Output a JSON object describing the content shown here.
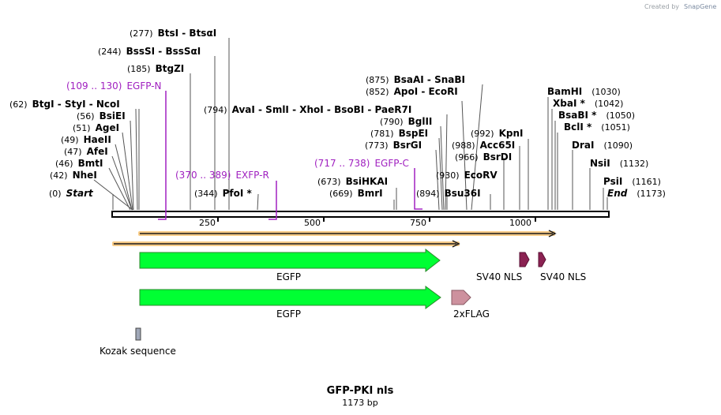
{
  "credit": {
    "text": "Created by",
    "brand": "SnapGene"
  },
  "plasmid": {
    "name": "GFP-PKI nls",
    "length_label": "1173 bp"
  },
  "ruler": {
    "ticks": [
      "250",
      "500",
      "750",
      "1000"
    ]
  },
  "sites": [
    {
      "pos": "(277)",
      "name": "BtsI - BtsαI"
    },
    {
      "pos": "(244)",
      "name": "BssSI - BssSαI"
    },
    {
      "pos": "(185)",
      "name": "BtgZI"
    },
    {
      "pos": "(109 .. 130)",
      "name": "EGFP-N"
    },
    {
      "pos": "(62)",
      "name": "BtgI - StyI - NcoI"
    },
    {
      "pos": "(56)",
      "name": "BsiEI"
    },
    {
      "pos": "(51)",
      "name": "AgeI"
    },
    {
      "pos": "(49)",
      "name": "HaeII"
    },
    {
      "pos": "(47)",
      "name": "AfeI"
    },
    {
      "pos": "(46)",
      "name": "BmtI"
    },
    {
      "pos": "(42)",
      "name": "NheI"
    },
    {
      "pos": "(0)",
      "name": "Start"
    },
    {
      "pos": "(370 .. 389)",
      "name": "EXFP-R"
    },
    {
      "pos": "(344)",
      "name": "PfoI *"
    },
    {
      "pos": "(794)",
      "name": "AvaI - SmlI - XhoI - BsoBI - PaeR7I"
    },
    {
      "pos": "(875)",
      "name": "BsaAI - SnaBI"
    },
    {
      "pos": "(852)",
      "name": "ApoI - EcoRI"
    },
    {
      "pos": "(790)",
      "name": "BglII"
    },
    {
      "pos": "(781)",
      "name": "BspEI"
    },
    {
      "pos": "(773)",
      "name": "BsrGI"
    },
    {
      "pos": "(717 .. 738)",
      "name": "EGFP-C"
    },
    {
      "pos": "(673)",
      "name": "BsiHKAI"
    },
    {
      "pos": "(669)",
      "name": "BmrI"
    },
    {
      "pos": "(930)",
      "name": "EcoRV"
    },
    {
      "pos": "(894)",
      "name": "Bsu36I"
    },
    {
      "pos": "(992)",
      "name": "KpnI"
    },
    {
      "pos": "(988)",
      "name": "Acc65I"
    },
    {
      "pos": "(966)",
      "name": "BsrDI"
    },
    {
      "pos": "(1030)",
      "name": "BamHI"
    },
    {
      "pos": "(1042)",
      "name": "XbaI *"
    },
    {
      "pos": "(1050)",
      "name": "BsaBI *"
    },
    {
      "pos": "(1051)",
      "name": "BclI *"
    },
    {
      "pos": "(1090)",
      "name": "DraI"
    },
    {
      "pos": "(1132)",
      "name": "NsiI"
    },
    {
      "pos": "(1161)",
      "name": "PsiI"
    },
    {
      "pos": "(1173)",
      "name": "End"
    }
  ],
  "features": [
    {
      "name": "EGFP",
      "color": "#00ff33"
    },
    {
      "name": "EGFP",
      "color": "#00ff33"
    },
    {
      "name": "SV40 NLS",
      "color": "#8b2252"
    },
    {
      "name": "SV40 NLS",
      "color": "#8b2252"
    },
    {
      "name": "2xFLAG",
      "color": "#cd919e"
    },
    {
      "name": "Kozak sequence",
      "color": "#a0a8b8"
    }
  ],
  "colors": {
    "primer": "#a020c0",
    "orf": "#f0a040",
    "backbone": "#000000"
  }
}
